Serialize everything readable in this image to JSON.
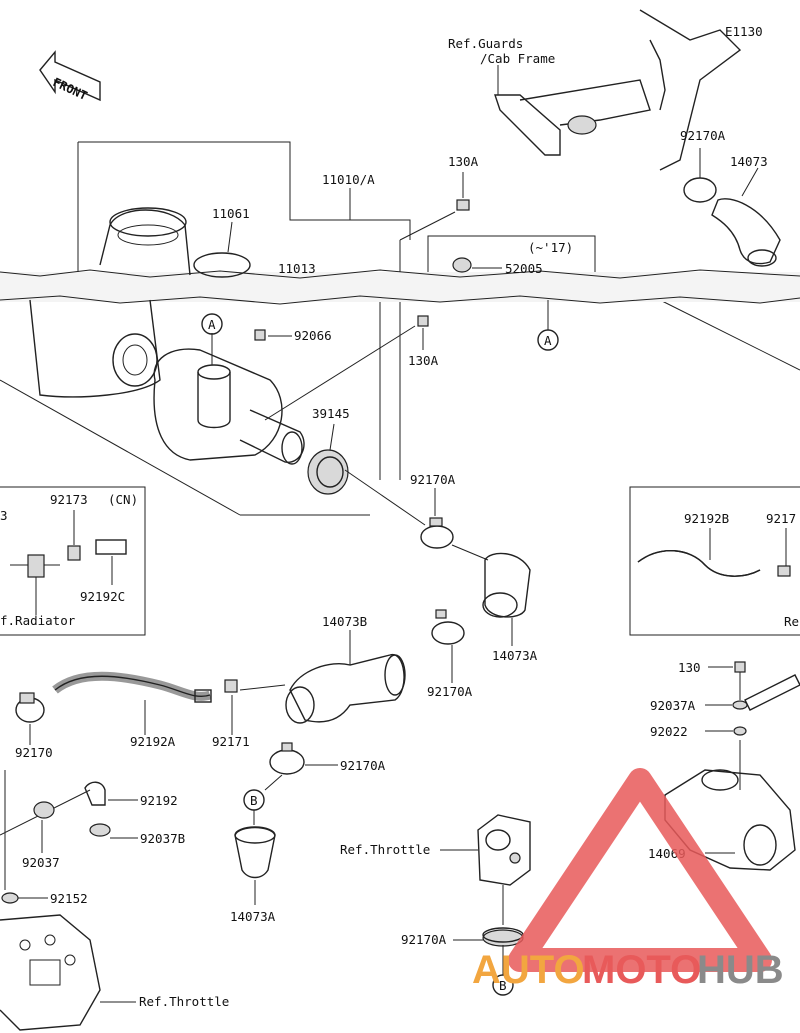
{
  "diagram": {
    "figure_code": "E1130",
    "front_label": "FRONT",
    "callouts": {
      "ref_guards": "Ref.Guards",
      "ref_cab_frame": "/Cab Frame",
      "p92170A_top": "92170A",
      "p14073": "14073",
      "p130A_top": "130A",
      "p11010A": "11010/A",
      "p11061": "11061",
      "p11013": "11013",
      "year_note": "(~'17)",
      "p52005": "52005",
      "marker_A_right": "A",
      "marker_A_left": "A",
      "p92066": "92066",
      "p130A_mid": "130A",
      "p39145": "39145",
      "p92170A_mid": "92170A",
      "p92173_left": "92173",
      "cn_note": "(CN)",
      "p3_left": "3",
      "p92192C": "92192C",
      "ref_radiator": "f.Radiator",
      "p92192B": "92192B",
      "p9217_right": "9217",
      "re_right": "Re",
      "p14073B": "14073B",
      "p14073A_mid": "14073A",
      "p92170A_lower": "92170A",
      "p92170": "92170",
      "p92192A": "92192A",
      "p92171": "92171",
      "p92170A_b": "92170A",
      "marker_B_left": "B",
      "p92192": "92192",
      "p92037B": "92037B",
      "p92037": "92037",
      "p92152": "92152",
      "ref_throttle_bottom": "Ref.Throttle",
      "p14073A_bottom": "14073A",
      "p130": "130",
      "p92037A": "92037A",
      "p92022": "92022",
      "ref_throttle_mid": "Ref.Throttle",
      "p14069": "14069",
      "p92170A_bottom": "92170A",
      "marker_B_bottom": "B"
    },
    "watermark": {
      "part1": "AUTO",
      "part2": "MOTO",
      "part3": "HUB",
      "color_main": "#e85a5a",
      "color_accent": "#f2a640",
      "color_dark": "#8a8a8a"
    }
  }
}
